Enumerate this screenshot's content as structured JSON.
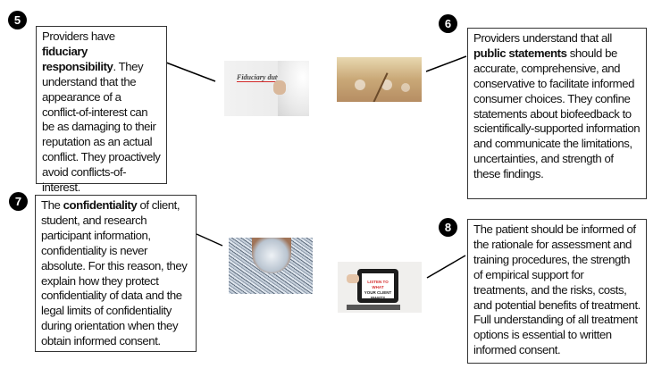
{
  "items": [
    {
      "number": "5",
      "before": "Providers have ",
      "bold": "fiduciary responsibility",
      "after": ". They understand that the appearance of a conflict-of-interest can be as damaging to their reputation as an actual conflict. They proactively avoid conflicts-of-interest.",
      "image": {
        "icon": "fiduciary-duty-photo",
        "caption": "Fiduciary duty"
      }
    },
    {
      "number": "6",
      "before": "Providers understand that all ",
      "bold": "public statements",
      "after": " should be accurate, comprehensive, and conservative to facilitate informed consumer choices. They confine statements about biofeedback to scientifically-supported information and communicate the limitations, uncertainties, and strength of these findings.",
      "image": {
        "icon": "microphone-photo"
      }
    },
    {
      "number": "7",
      "before": "The ",
      "bold": "confidentiality",
      "after": " of client, student, and research participant information, confidentiality is never absolute. For this reason, they explain how they protect confidentiality of data and the legal limits of confidentiality during orientation when they obtain informed consent.",
      "image": {
        "icon": "shredded-paper-photo"
      }
    },
    {
      "number": "8",
      "before": "The patient should be informed of the rationale for assessment and training procedures, the strength of empirical support for treatments, and the risks, costs, and potential benefits of treatment. Full understanding of all treatment options is essential to written informed consent.",
      "bold": "",
      "after": "",
      "image": {
        "icon": "tablet-photo",
        "caption_line1": "LISTEN TO WHAT",
        "caption_line2": "YOUR CLIENT WANTS"
      }
    }
  ],
  "colors": {
    "badge": "#000000",
    "border": "#333333",
    "accent_red": "#d42a2a"
  }
}
